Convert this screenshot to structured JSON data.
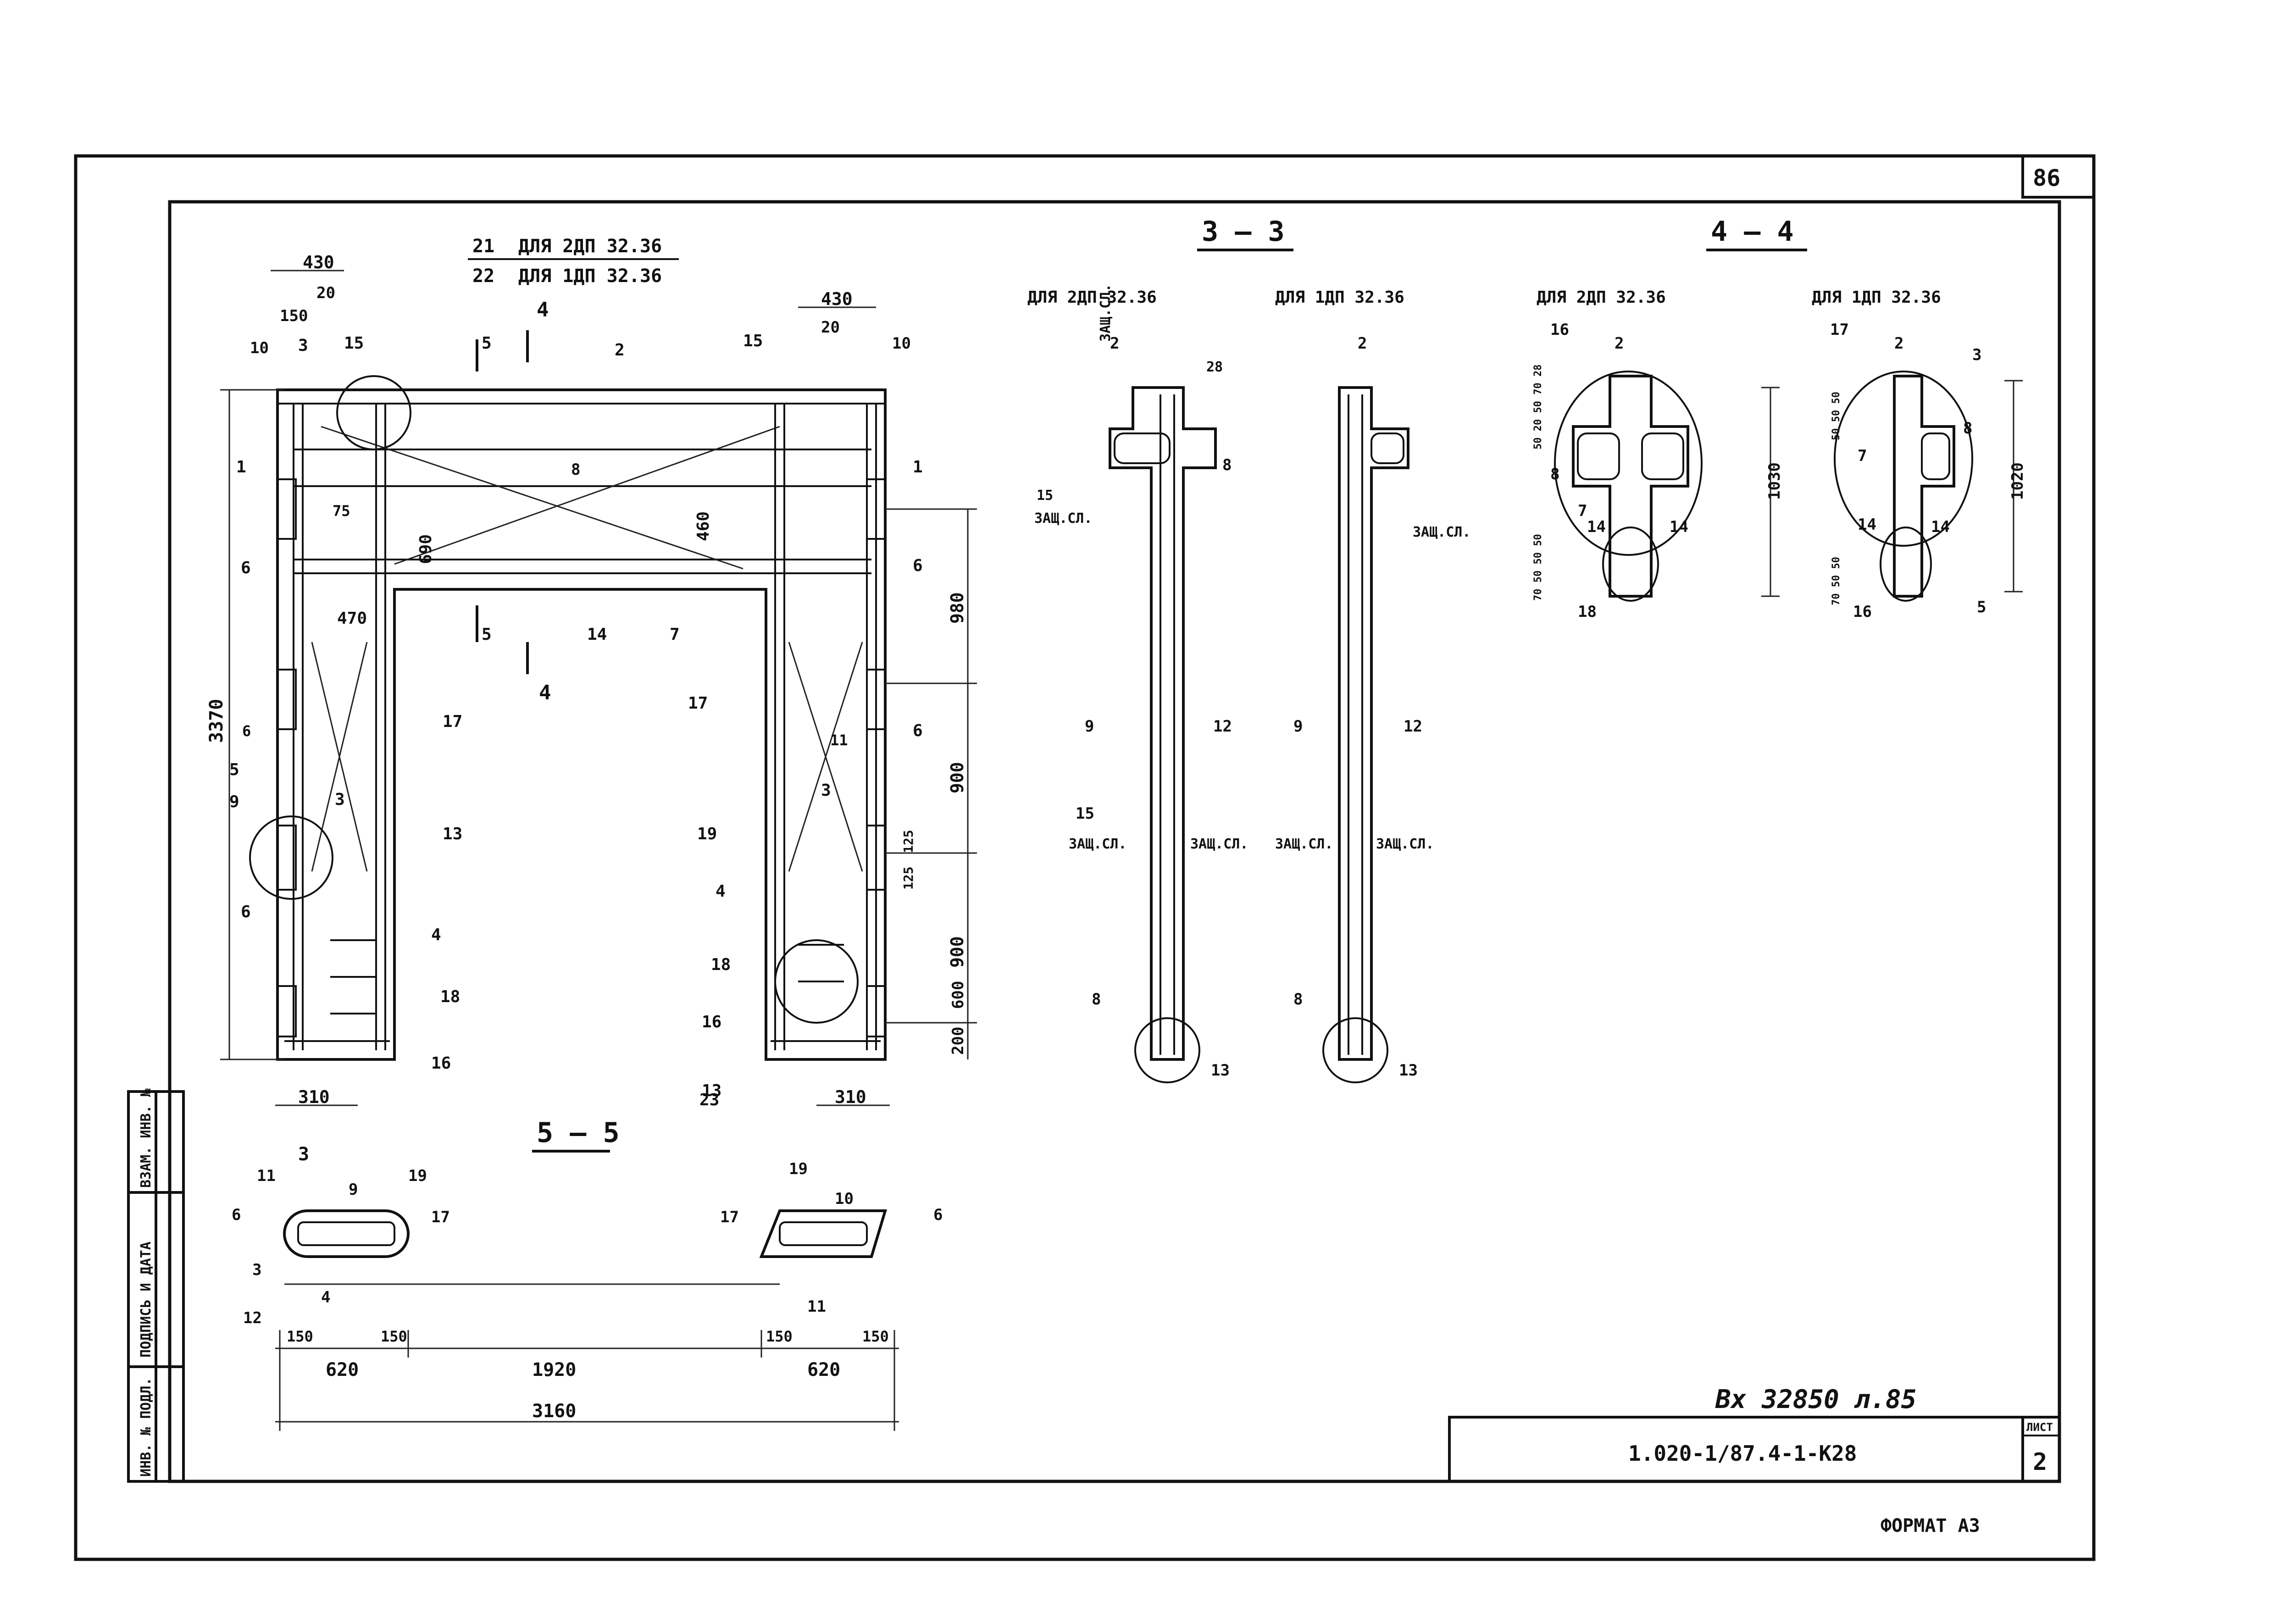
{
  "sheet_number_top": "86",
  "format_label": "ФОРМАТ А3",
  "handwritten_inventory": "Вх 32850 л.85",
  "title_block": {
    "document_code": "1.020-1/87.4-1-К28",
    "sheet_label": "ЛИСТ",
    "sheet_value": "2"
  },
  "side_stamp": {
    "col1": "ИНВ. № ПОДЛ.",
    "col2": "ПОДПИСЬ И ДАТА",
    "col3": "ВЗАМ. ИНВ. №"
  },
  "main_view": {
    "note_21": "21",
    "note_21_text": "ДЛЯ 2ДП 32.36",
    "note_22": "22",
    "note_22_text": "ДЛЯ 1ДП 32.36",
    "dim_430_left": "430",
    "dim_430_right": "430",
    "dim_150": "150",
    "dim_10_left": "10",
    "dim_10_right": "10",
    "dim_20_left": "20",
    "dim_20_right": "20",
    "dim_3370": "3370",
    "dim_690": "690",
    "dim_460": "460",
    "dim_470": "470",
    "dim_75": "75",
    "dim_980": "980",
    "dim_900a": "900",
    "dim_900b": "900",
    "dim_125": "125",
    "dim_125b": "125",
    "dim_600": "600",
    "dim_200": "200",
    "dim_310_left": "310",
    "dim_310_right": "310",
    "pos": [
      "1",
      "1",
      "2",
      "3",
      "3",
      "3",
      "4",
      "4",
      "5",
      "5",
      "6",
      "6",
      "6",
      "6",
      "6",
      "7",
      "8",
      "9",
      "11",
      "13",
      "13",
      "14",
      "15",
      "15",
      "16",
      "16",
      "17",
      "17",
      "18",
      "18",
      "19",
      "23"
    ],
    "section_4": "4",
    "section_5": "5",
    "section_3": "3"
  },
  "section_3_3": {
    "title": "3 — 3",
    "sub_left": "ДЛЯ 2ДП 32.36",
    "sub_right": "ДЛЯ 1ДП 32.36",
    "zash_sl": "ЗАЩ.СЛ.",
    "dim_28": "28",
    "dim_15": "15",
    "labels": [
      "2",
      "8",
      "9",
      "12",
      "13",
      "15",
      "8"
    ]
  },
  "section_4_4": {
    "title": "4 — 4",
    "sub_left": "ДЛЯ 2ДП 32.36",
    "sub_right": "ДЛЯ 1ДП 32.36",
    "dim_1030": "1030",
    "dim_1020": "1020",
    "dims_small_left": "50 20 50 70 28",
    "dims_small_bottom": "70 50 50 50",
    "dims_small_right_top": "50 50 50",
    "dims_small_right_bottom": "70 50 50",
    "labels": [
      "2",
      "3",
      "5",
      "7",
      "8",
      "14",
      "16",
      "17",
      "18"
    ]
  },
  "section_5_5": {
    "title": "5 — 5",
    "dim_150a": "150",
    "dim_150b": "150",
    "dim_150c": "150",
    "dim_150d": "150",
    "dim_620a": "620",
    "dim_1920": "1920",
    "dim_620b": "620",
    "dim_3160": "3160",
    "labels": [
      "3",
      "4",
      "6",
      "6",
      "9",
      "10",
      "11",
      "11",
      "12",
      "17",
      "17",
      "19",
      "19"
    ]
  }
}
